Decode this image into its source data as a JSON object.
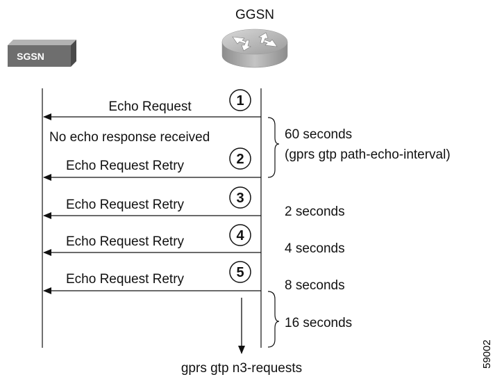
{
  "nodes": {
    "ggsn": "GGSN",
    "sgsn": "SGSN"
  },
  "messages": [
    {
      "label": "Echo Request",
      "step": "1"
    },
    {
      "label": "Echo Request Retry",
      "step": "2"
    },
    {
      "label": "Echo Request Retry",
      "step": "3"
    },
    {
      "label": "Echo Request Retry",
      "step": "4"
    },
    {
      "label": "Echo Request Retry",
      "step": "5"
    }
  ],
  "note": "No echo response received",
  "timings": {
    "interval": "60 seconds",
    "interval_cmd": "(gprs gtp path-echo-interval)",
    "t1": "2 seconds",
    "t2": "4 seconds",
    "t3": "8 seconds",
    "t4": "16 seconds"
  },
  "bottom_label": "gprs gtp n3-requests",
  "figure_id": "59002",
  "colors": {
    "sgsn_box": "#6e6e6e",
    "router": "#a8a8a8",
    "lines": "#111111"
  }
}
